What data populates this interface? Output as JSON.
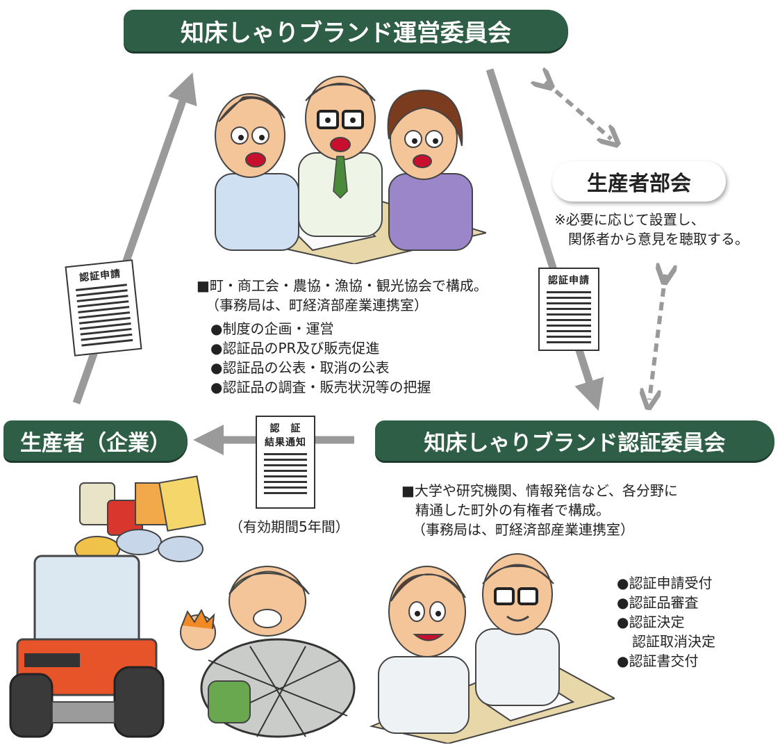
{
  "top_committee": "知床しゃりブランド運営委員会",
  "producers_group": "生産者部会",
  "producers_group_note": [
    "※必要に応じて設置し、",
    "関係者から意見を聴取する。"
  ],
  "operating_committee_desc": {
    "composition": [
      "■町・商工会・農協・漁協・観光協会で構成。",
      "（事務局は、町経済部産業連携室）"
    ],
    "duties": [
      "●制度の企画・運営",
      "●認証品のPR及び販売促進",
      "●認証品の公表・取消の公表",
      "●認証品の調査・販売状況等の把握"
    ]
  },
  "cert_committee": "知床しゃりブランド認証委員会",
  "cert_committee_desc": {
    "composition": [
      "■大学や研究機関、情報発信など、各分野に",
      "精通した町外の有権者で構成。",
      "（事務局は、町経済部産業連携室）"
    ],
    "duties": [
      "●認証申請受付",
      "●認証品審査",
      "●認証決定",
      "認証取消決定",
      "●認証書交付"
    ]
  },
  "producer": "生産者（企業）",
  "doc_application_left": "認証申請",
  "doc_application_right": "認証申請",
  "doc_result": [
    "認　証",
    "結果通知"
  ],
  "validity": "（有効期間5年間）",
  "colors": {
    "accent": "#2f5e47",
    "arrow": "#9a9a9a"
  }
}
